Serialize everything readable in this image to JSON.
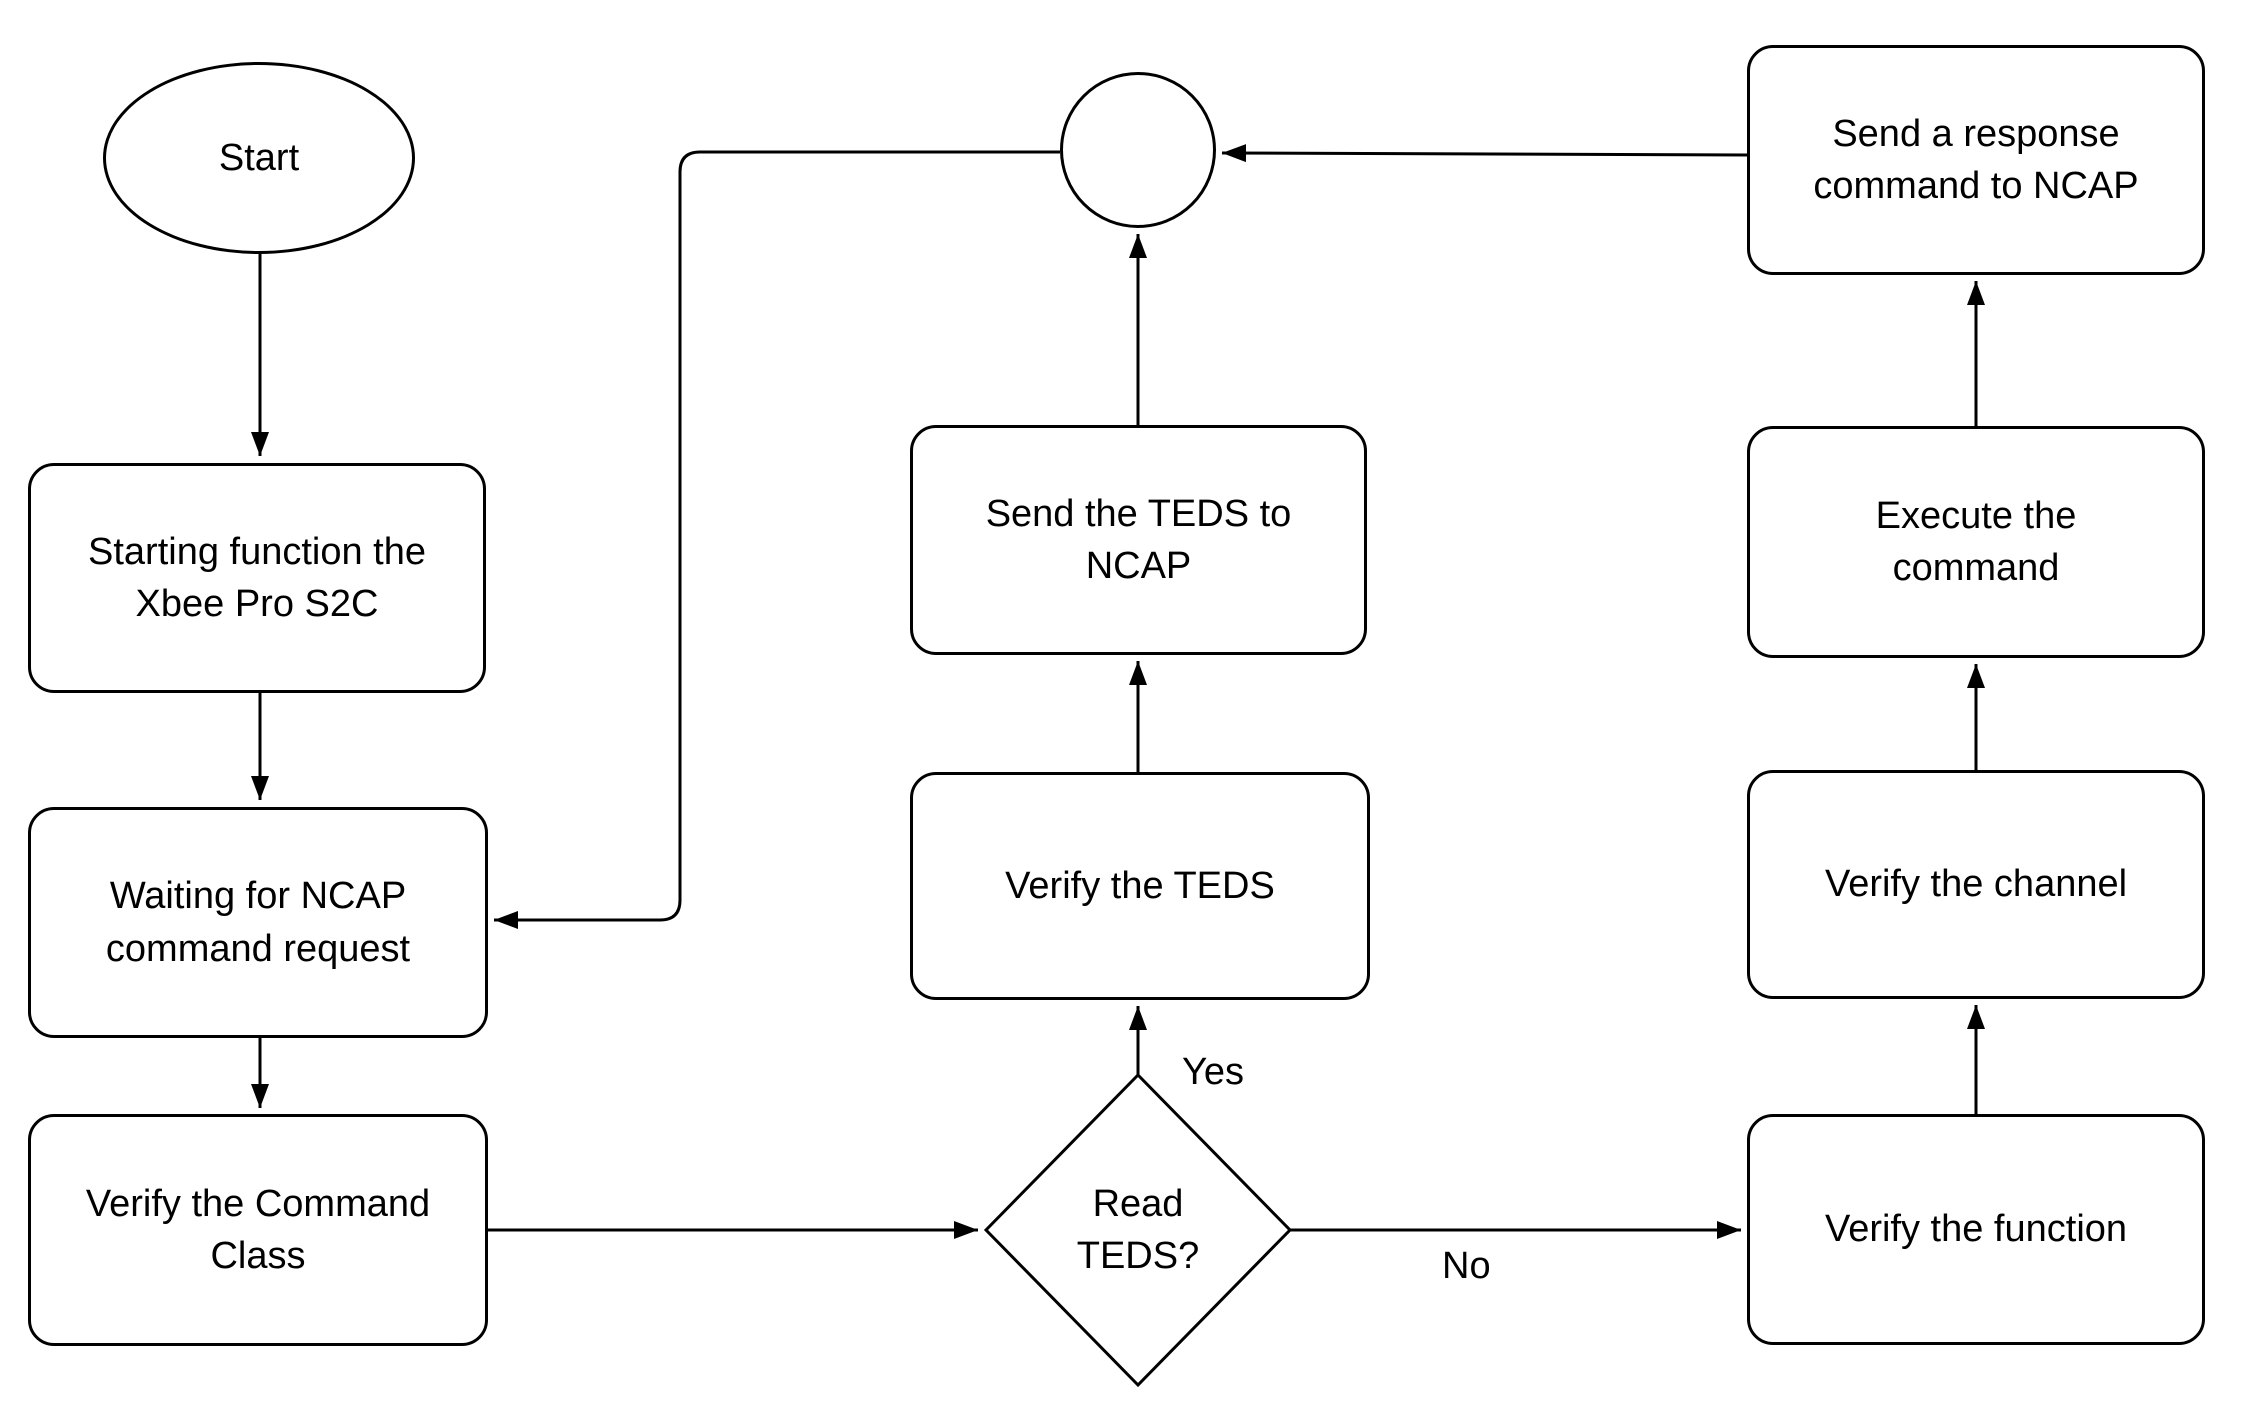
{
  "diagram": {
    "type": "flowchart",
    "colors": {
      "stroke": "#000000",
      "shape_fill": "#ffffff",
      "text": "#000000",
      "background": "#ffffff"
    },
    "nodes": {
      "start": {
        "label": "Start",
        "shape": "ellipse"
      },
      "starting_function": {
        "label": "Starting function the\nXbee Pro S2C",
        "shape": "rounded-rect"
      },
      "waiting_ncap": {
        "label": "Waiting  for NCAP\ncommand request",
        "shape": "rounded-rect"
      },
      "verify_command_class": {
        "label": "Verify the Command\nClass",
        "shape": "rounded-rect"
      },
      "read_teds": {
        "label": "Read\nTEDS?",
        "shape": "diamond-decision"
      },
      "verify_teds": {
        "label": "Verify the TEDS",
        "shape": "rounded-rect"
      },
      "send_teds_ncap": {
        "label": "Send the TEDS to\nNCAP",
        "shape": "rounded-rect"
      },
      "junction": {
        "label": "",
        "shape": "connector-circle"
      },
      "send_response_ncap": {
        "label": "Send a response\ncommand to NCAP",
        "shape": "rounded-rect"
      },
      "execute_command": {
        "label": "Execute the\ncommand",
        "shape": "rounded-rect"
      },
      "verify_channel": {
        "label": "Verify the channel",
        "shape": "rounded-rect"
      },
      "verify_function": {
        "label": "Verify the function",
        "shape": "rounded-rect"
      }
    },
    "edge_labels": {
      "yes": "Yes",
      "no": "No"
    },
    "edges": [
      "start -> starting_function",
      "starting_function -> waiting_ncap",
      "waiting_ncap -> verify_command_class",
      "verify_command_class -> read_teds",
      "read_teds -> verify_teds (Yes)",
      "verify_teds -> send_teds_ncap",
      "send_teds_ncap -> junction",
      "read_teds -> verify_function (No)",
      "verify_function -> verify_channel",
      "verify_channel -> execute_command",
      "execute_command -> send_response_ncap",
      "send_response_ncap -> junction",
      "junction -> waiting_ncap"
    ]
  }
}
